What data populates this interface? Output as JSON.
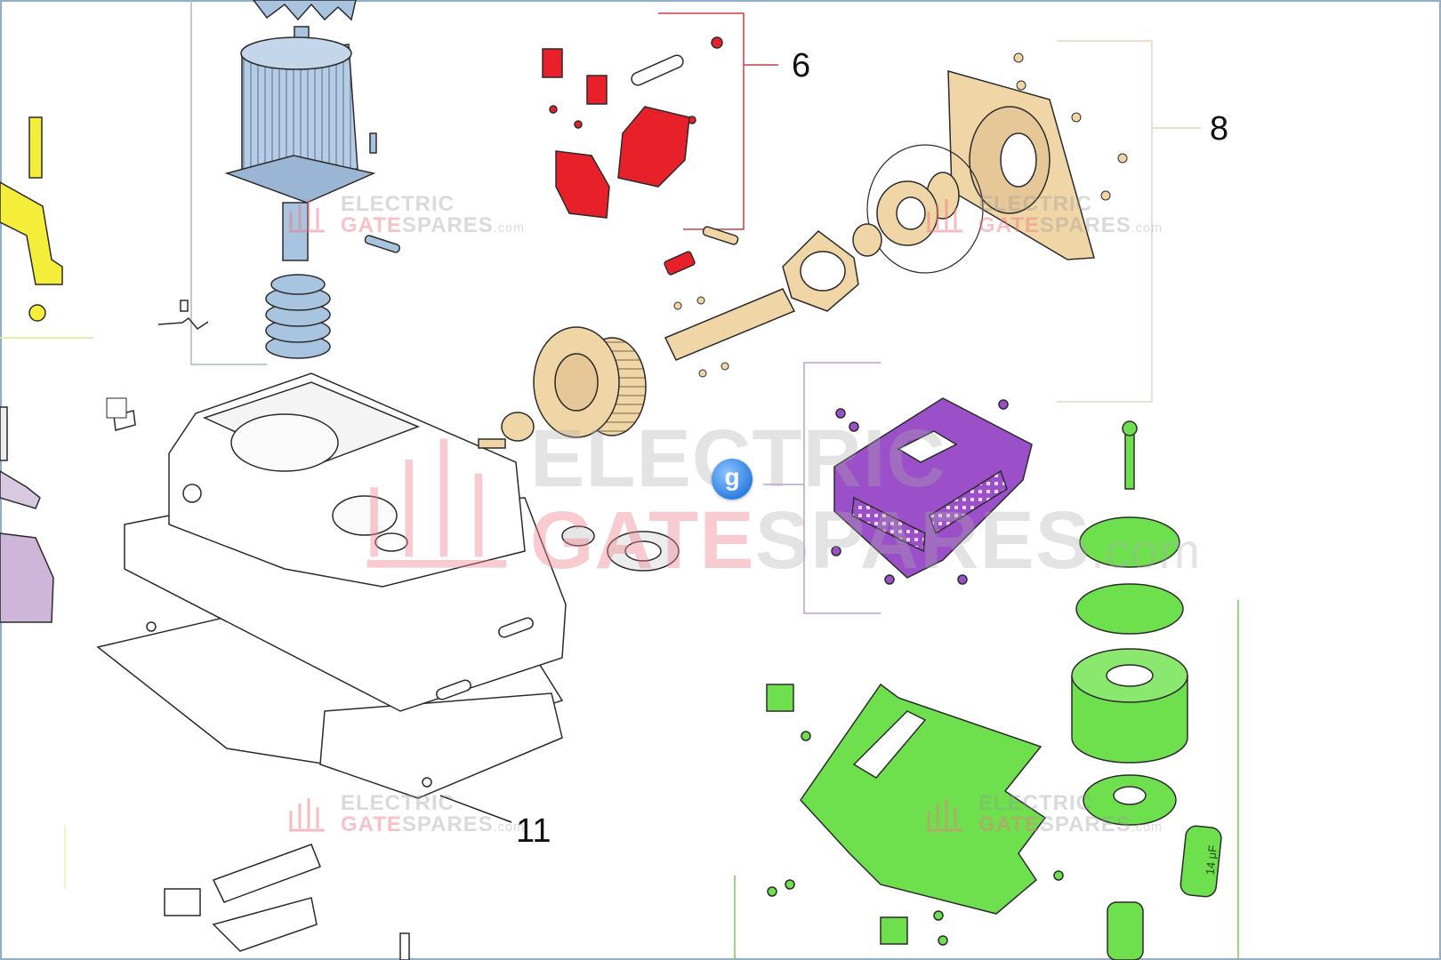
{
  "callouts": {
    "c6": "6",
    "c8": "8",
    "c11": "11"
  },
  "watermark": {
    "line1": "ELECTRIC",
    "line2_a": "GATE",
    "line2_b": "SPARES",
    "line2_c": ".com"
  },
  "badge": "g",
  "capacitor_label": "14 μF",
  "colors": {
    "red_group": "#e8202a",
    "tan_group": "#f0d6a6",
    "purple_group": "#9b4fc9",
    "green_group": "#6ee04e",
    "yellow_part": "#f4ee3a",
    "blue_motor": "#a9c4e0",
    "outline": "#2b2b2b"
  },
  "icons": [
    "watermark-logo-icon",
    "viewer-badge-icon"
  ]
}
